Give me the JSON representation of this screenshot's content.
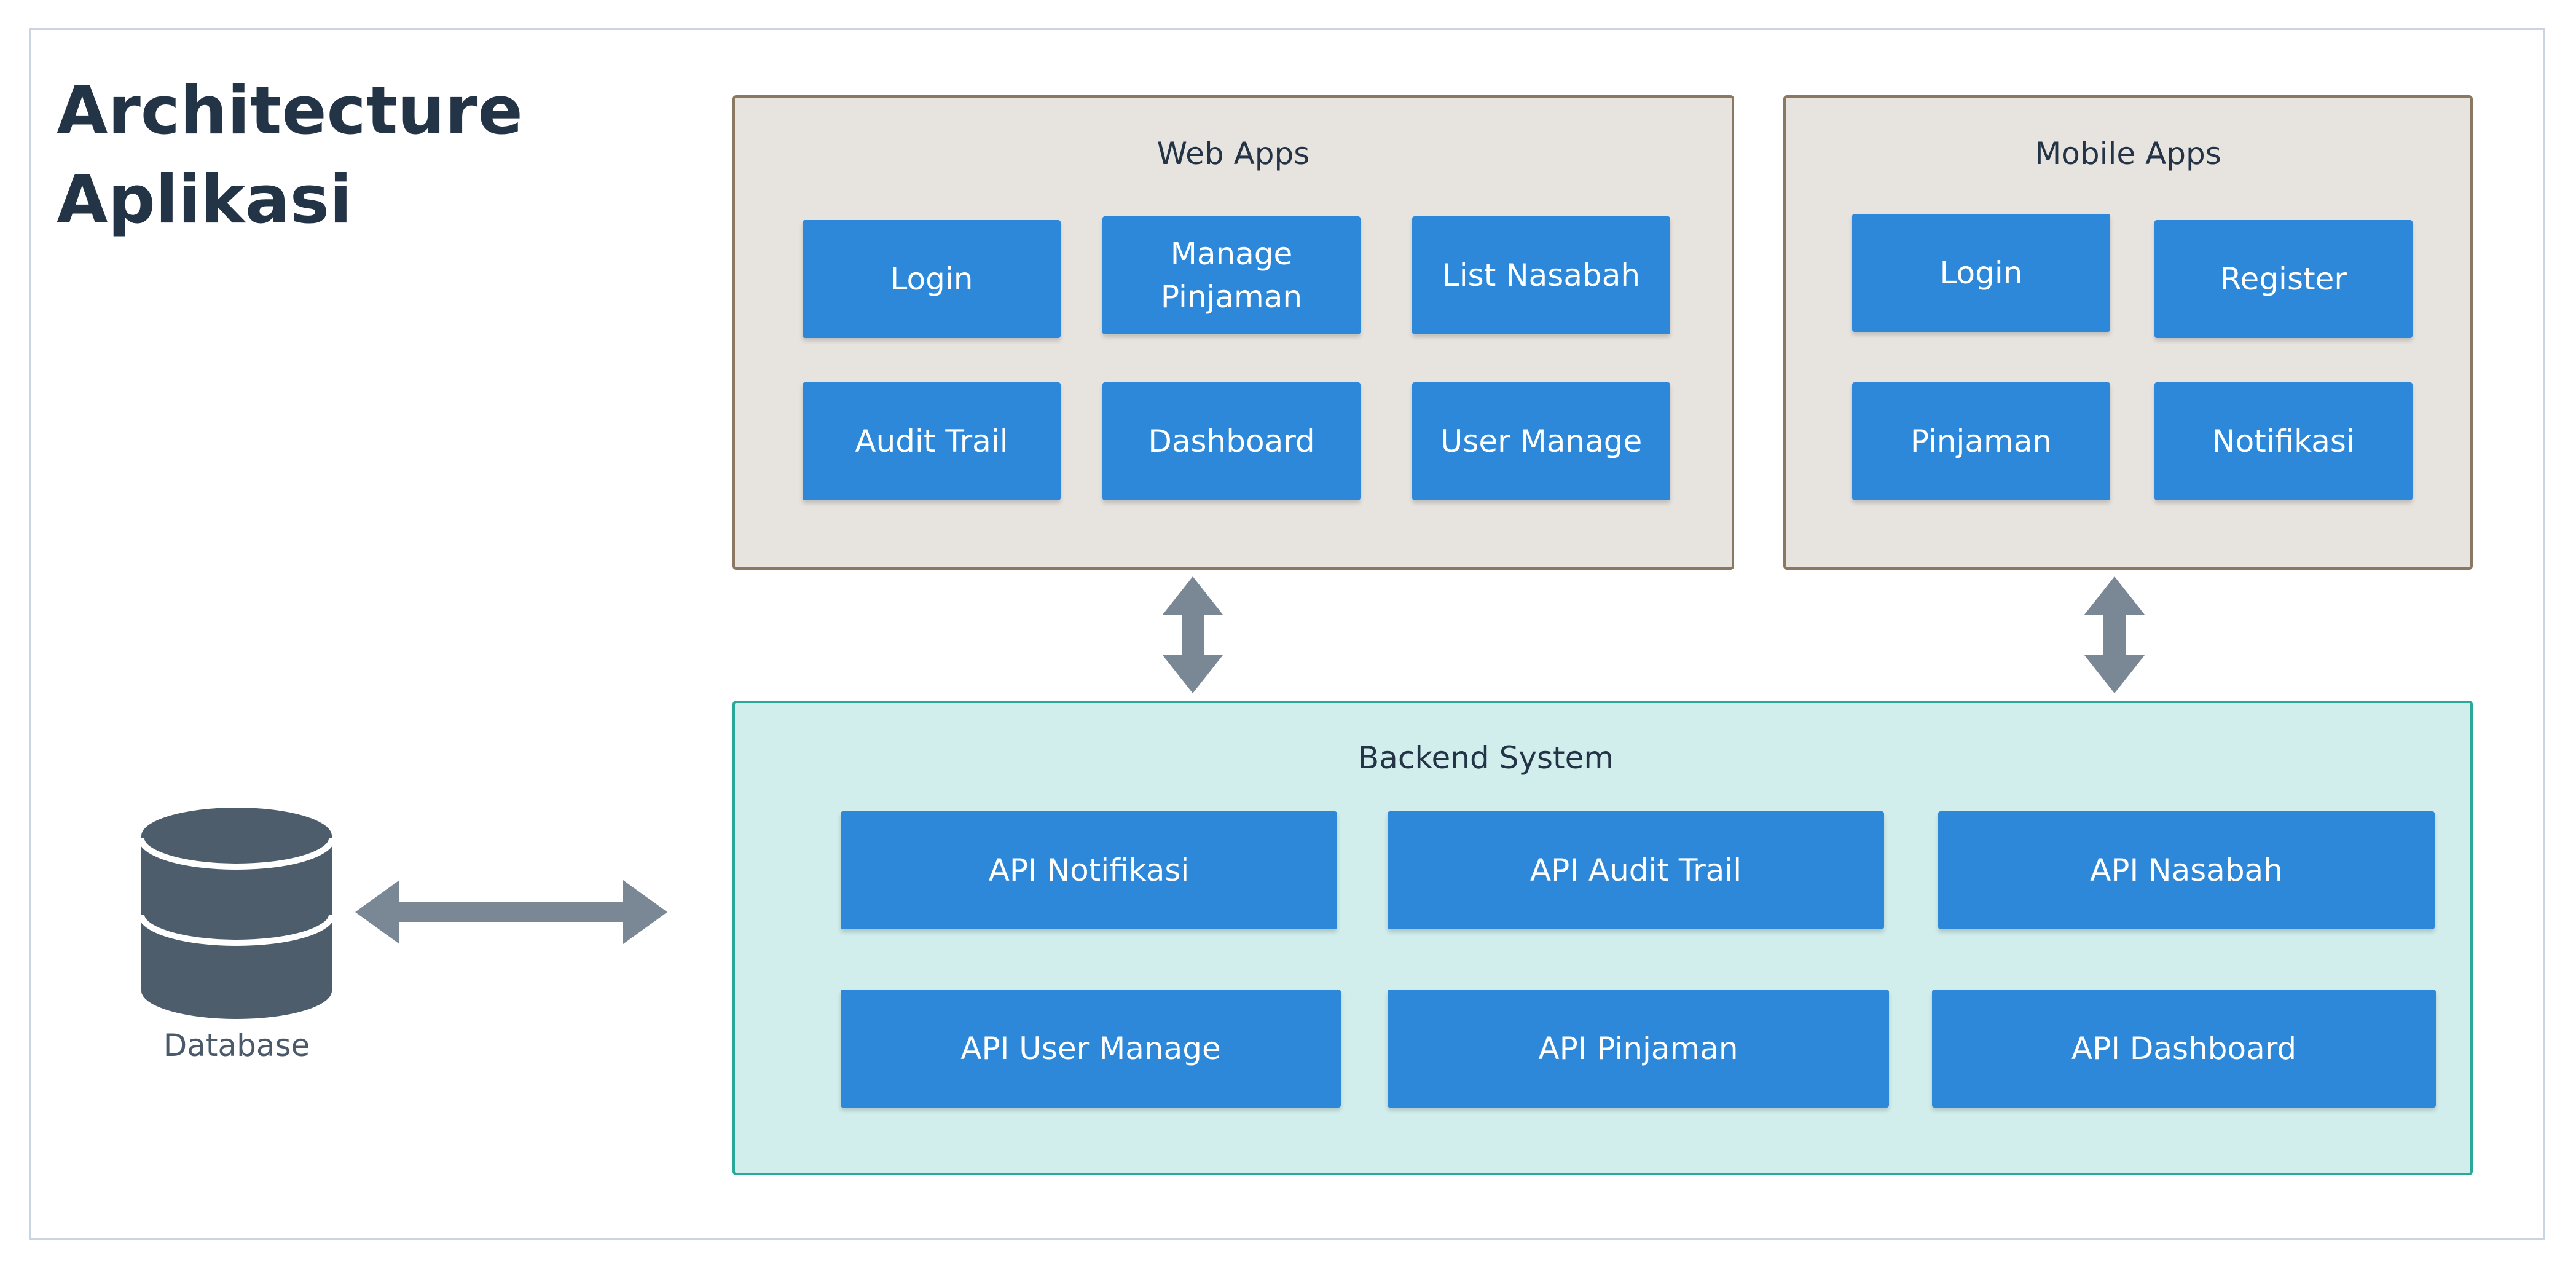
{
  "title": {
    "line1": "Architecture",
    "line2": "Aplikasi"
  },
  "web_apps": {
    "label": "Web Apps",
    "items": [
      "Login",
      "Manage Pinjaman",
      "List Nasabah",
      "Audit Trail",
      "Dashboard",
      "User Manage"
    ]
  },
  "mobile_apps": {
    "label": "Mobile Apps",
    "items": [
      "Login",
      "Register",
      "Pinjaman",
      "Notifikasi"
    ]
  },
  "backend": {
    "label": "Backend System",
    "items": [
      "API Notifikasi",
      "API Audit Trail",
      "API Nasabah",
      "API User Manage",
      "API Pinjaman",
      "API Dashboard"
    ]
  },
  "database": {
    "label": "Database"
  },
  "colors": {
    "module_box": "#2d88da",
    "app_group_bg": "#e7e3df",
    "backend_group_bg": "#d1eeec",
    "arrow": "#7a8896",
    "database": "#4e5d6b",
    "title": "#243447"
  }
}
